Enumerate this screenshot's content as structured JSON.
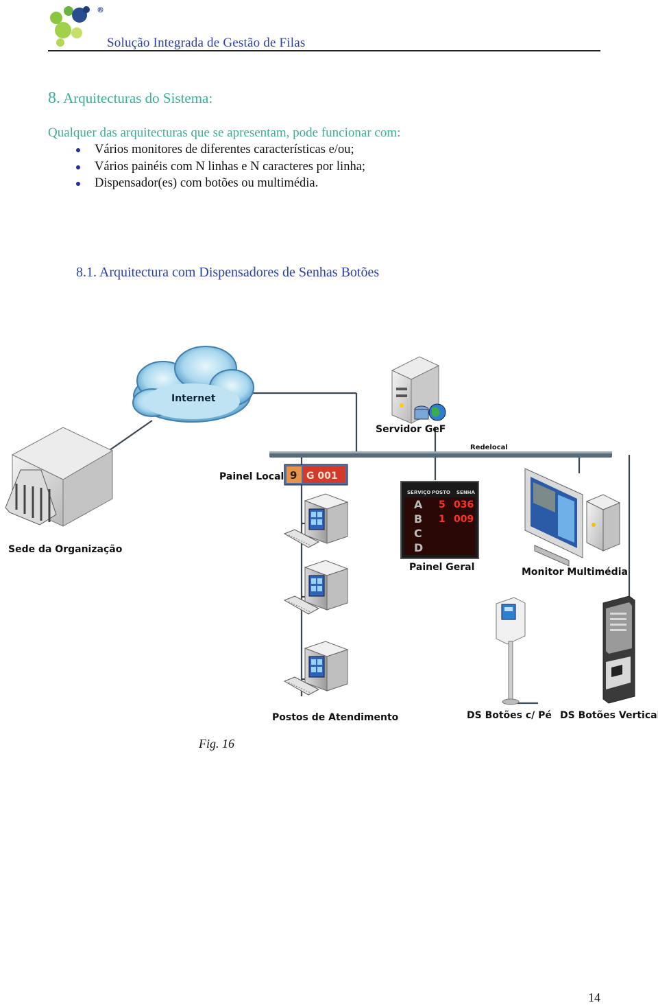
{
  "header": {
    "logo": "gef-logo",
    "title": "Solução Integrada de Gestão de Filas"
  },
  "section": {
    "number": "8.",
    "title": "Arquitecturas do Sistema:"
  },
  "intro": "Qualquer das arquitecturas que se apresentam, pode funcionar com:",
  "bullets": [
    "Vários monitores de diferentes características e/ou;",
    "Vários painéis com N linhas e N caracteres por linha;",
    "Dispensador(es) com botões ou multimédia."
  ],
  "subsection": "8.1. Arquitectura com Dispensadores de Senhas Botões",
  "diagram": {
    "labels": {
      "internet": "Internet",
      "servidor": "Servidor GeF",
      "redelocal": "Redelocal",
      "sede": "Sede da Organização",
      "painel_local": "Painel Local",
      "painel_geral": "Painel Geral",
      "monitor": "Monitor Multimédia",
      "postos": "Postos de Atendimento",
      "ds_pe": "DS Botões c/ Pé",
      "ds_vertical": "DS Botões Vertical"
    },
    "painel_local_display": {
      "posto": "9",
      "senha": "G 001"
    },
    "painel_geral_display": {
      "headers": [
        "SERVIÇO",
        "POSTO",
        "SENHA"
      ],
      "rows": [
        {
          "servico": "A",
          "posto": "5",
          "senha": "036"
        },
        {
          "servico": "B",
          "posto": "1",
          "senha": "009"
        },
        {
          "servico": "C",
          "posto": "",
          "senha": ""
        },
        {
          "servico": "D",
          "posto": "",
          "senha": ""
        }
      ]
    }
  },
  "caption": "Fig. 16",
  "page_number": "14",
  "colors": {
    "teal": "#3dab9a",
    "blue": "#2c3fa8",
    "led_red": "#ff3322"
  }
}
